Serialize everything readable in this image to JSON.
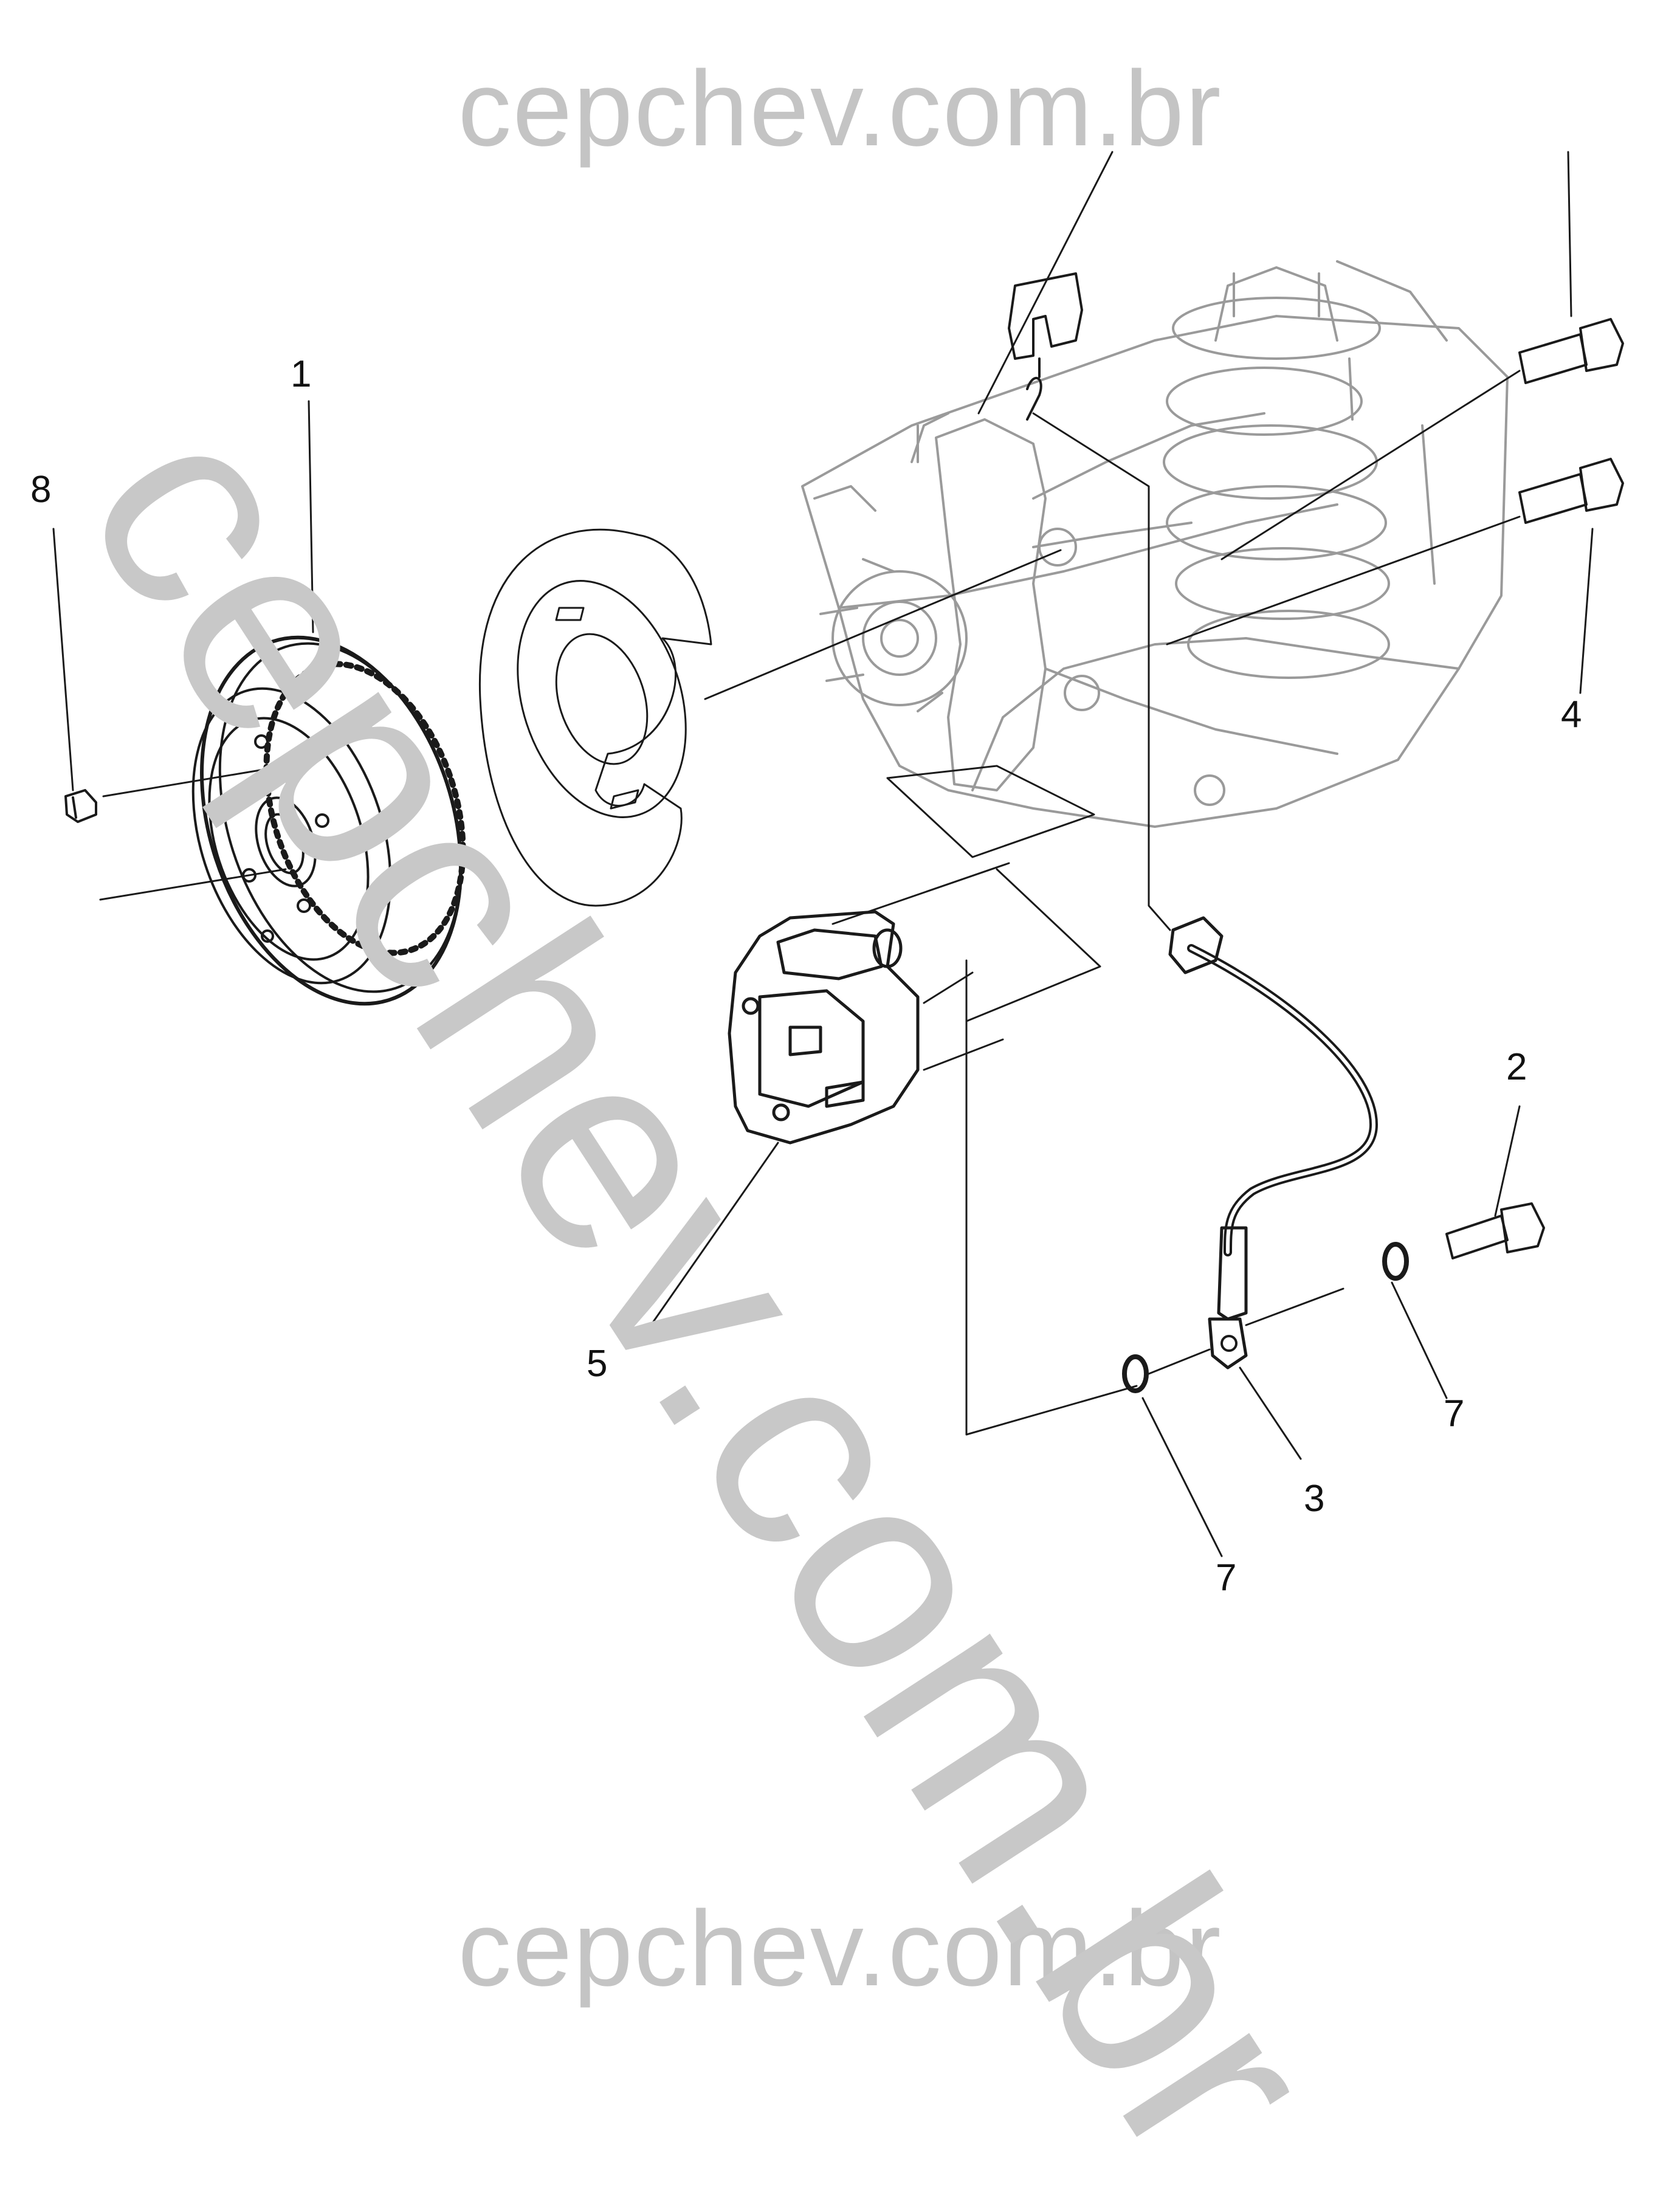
{
  "watermark": {
    "top": "cepchev.com.br",
    "bottom": "cepchev.com.br",
    "diagonal": "cepchev.com.br"
  },
  "callouts": {
    "c1": "1",
    "c2": "2",
    "c3": "3",
    "c4": "4",
    "c5": "5",
    "c7a": "7",
    "c7b": "7",
    "c8": "8"
  },
  "colors": {
    "line": "#1a1a1a",
    "background_art": "#9a9a9a",
    "watermark": "#c4c4c4"
  }
}
